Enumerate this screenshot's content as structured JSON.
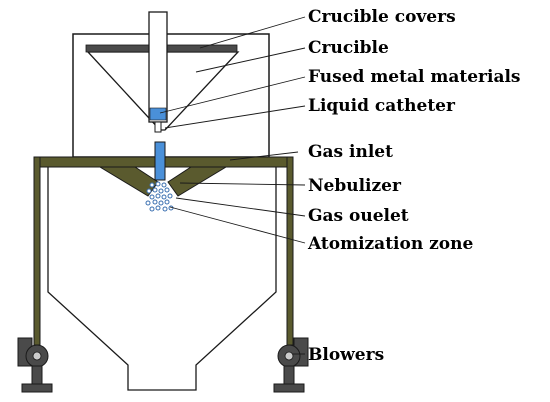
{
  "diagram": {
    "labels": {
      "crucible_covers": "Crucible covers",
      "crucible": "Crucible",
      "fused_metal_materials": "Fused metal materials",
      "liquid_catheter": "Liquid catheter",
      "gas_inlet": "Gas inlet",
      "nebulizer": "Nebulizer",
      "gas_outlet": "Gas ouelet",
      "atomization_zone": "Atomization zone",
      "blowers": "Blowers"
    },
    "colors": {
      "olive": "#5a5a2e",
      "dark_grey": "#4a4a4a",
      "liquid_blue": "#4a90d9",
      "outline": "#1a1a1a",
      "particle": "#3a6fb0",
      "background": "#ffffff"
    }
  }
}
